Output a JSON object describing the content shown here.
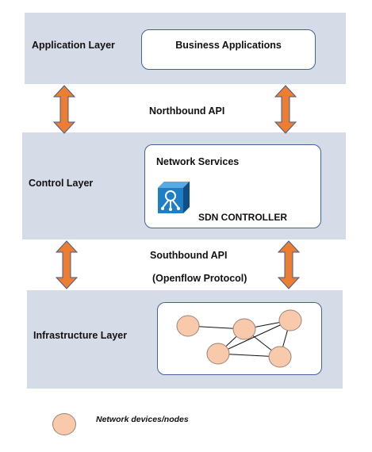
{
  "layers": {
    "application": "Application Layer",
    "control": "Control Layer",
    "infrastructure": "Infrastructure Layer"
  },
  "application": {
    "box_label": "Business Applications"
  },
  "control": {
    "services_label": "Network Services",
    "controller_label": "SDN CONTROLLER",
    "controller_icon": "sdn-controller-icon"
  },
  "apis": {
    "northbound": "Northbound API",
    "southbound": "Southbound API",
    "southbound_protocol": "(Openflow Protocol)"
  },
  "legend": {
    "node_label": "Network devices/nodes"
  },
  "network": {
    "node_count": 5,
    "edges": [
      [
        "n1",
        "n2"
      ],
      [
        "n2",
        "n3"
      ],
      [
        "n2",
        "n4"
      ],
      [
        "n3",
        "n4"
      ],
      [
        "n3",
        "n5"
      ],
      [
        "n4",
        "n5"
      ],
      [
        "n2",
        "n5"
      ]
    ]
  },
  "colors": {
    "band": "#d6dce7",
    "box_border": "#43619a",
    "arrow_fill": "#ed7d31",
    "arrow_stroke": "#3f5b8f",
    "node_fill": "#f9c9ac",
    "node_stroke": "#9a8376",
    "controller_blue": "#1f7fc6"
  }
}
